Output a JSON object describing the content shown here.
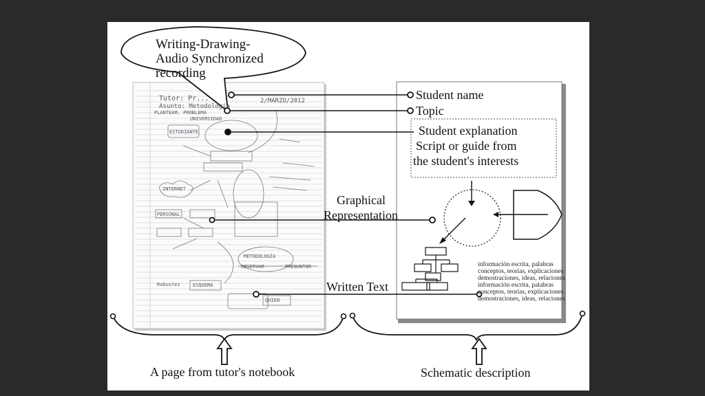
{
  "bubble": {
    "lines": [
      "Writing-Drawing-",
      "Audio Synchronized",
      "recording"
    ]
  },
  "labels": {
    "student_name": "Student name",
    "topic": "Topic",
    "graphical_line1": "Graphical",
    "graphical_line2": "Representation",
    "written_text": "Written Text",
    "notebook_caption": "A page from tutor's notebook",
    "schematic_caption": "Schematic description"
  },
  "explanation": {
    "lines": [
      "Student explanation",
      "Script or guide from",
      "the student's interests"
    ]
  },
  "sample_text": {
    "lines": [
      "información escrita, palabras",
      "conceptos, teorías, explicaciones",
      "demostraciones, ideas, relaciones",
      "información escrita, palabras",
      "conceptos, teorías, explicaciones",
      "demostraciones, ideas, relaciones"
    ]
  },
  "notebook_scribbles": {
    "header_left": "Tutor: Pr...",
    "header_left2": "Asunto: Metodología",
    "header_date": "2/MARZO/2012",
    "planteamiento": "PLANTEAM. PROBLEMA",
    "universidad": "UNIVERSIDAD",
    "estudiante": "ESTUDIANTE",
    "internet": "INTERNET",
    "personal": "PERSONAL",
    "metodologia": "METODOLOGÍA",
    "observar": "OBSERVAR",
    "preguntar": "PREGUNTAR",
    "robustez": "Robustez",
    "esquema": "ESQUEMA",
    "quien": "QUIEN"
  }
}
